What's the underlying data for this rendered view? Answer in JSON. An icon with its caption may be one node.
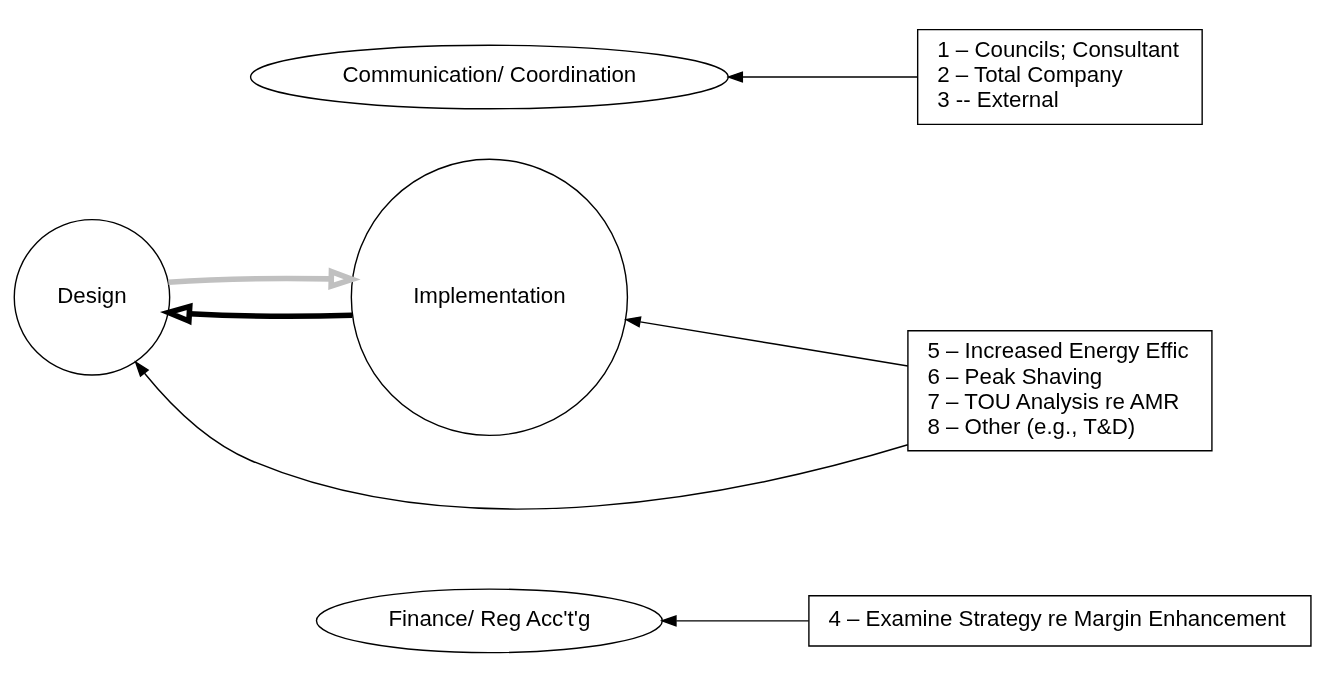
{
  "diagram": {
    "nodes": [
      {
        "text": [
          "Finance/ Reg Acc't'g"
        ]
      },
      {
        "text": [
          "Implementation"
        ]
      },
      {
        "text": [
          "Design"
        ]
      },
      {
        "text": [
          "Communication/ Coordination"
        ]
      },
      {
        "text": [
          "5 – Increased Energy Effic",
          "6 – Peak Shaving",
          "7 – TOU Analysis re AMR",
          "8 – Other (e.g., T&D)"
        ]
      },
      {
        "text": [
          "1 – Councils; Consultant",
          "2 – Total Company",
          "3 -- External"
        ]
      },
      {
        "text": [
          "4 – Examine Strategy re Margin Enhancement"
        ]
      }
    ],
    "edges": [
      {
        "from": 4,
        "to": 1,
        "arrow": "to"
      },
      {
        "from": 4,
        "to": 2,
        "arrow": "to"
      },
      {
        "from": 1,
        "to": 2,
        "arrow": "to",
        "style": "thick"
      },
      {
        "from": 2,
        "to": 1,
        "arrow": "to",
        "style": "thick",
        "color": "#c0c0c0"
      },
      {
        "from": 5,
        "to": 3,
        "arrow": "to"
      },
      {
        "from": 6,
        "to": 0,
        "arrow": "to"
      }
    ]
  }
}
